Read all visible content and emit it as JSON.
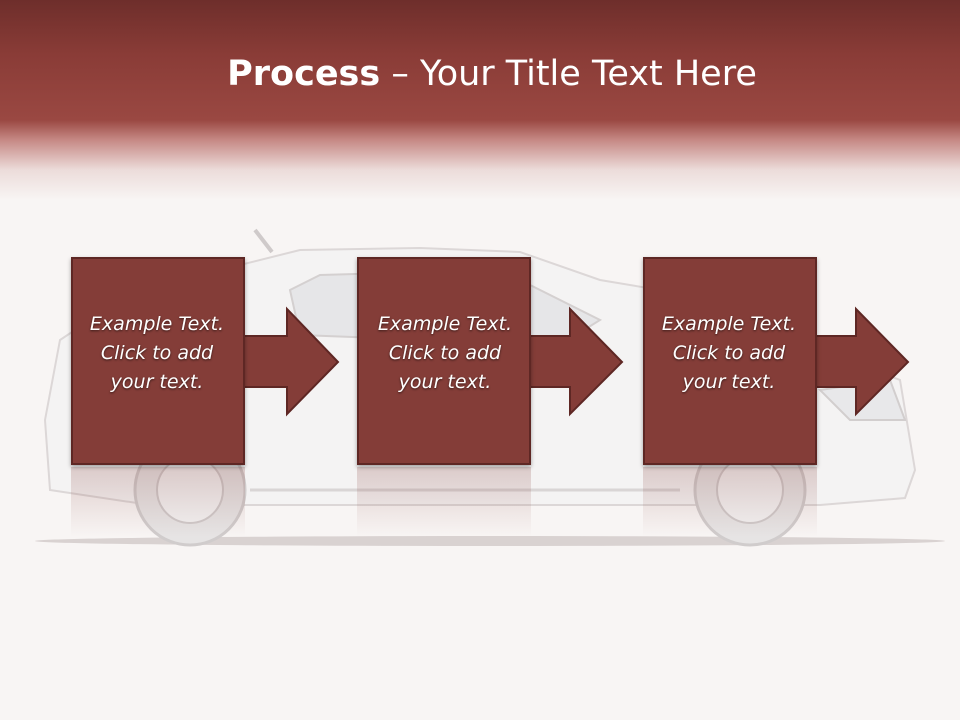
{
  "title": {
    "bold": "Process",
    "rest": " – Your Title Text Here"
  },
  "steps": [
    {
      "text": "Example Text.\nClick  to add\nyour text."
    },
    {
      "text": "Example Text.\nClick  to add\nyour text."
    },
    {
      "text": "Example Text.\nClick  to add\nyour text."
    }
  ],
  "colors": {
    "header": "#8a3c37",
    "box": "#843d38",
    "box_border": "#5e2724",
    "background": "#f8f5f4"
  }
}
